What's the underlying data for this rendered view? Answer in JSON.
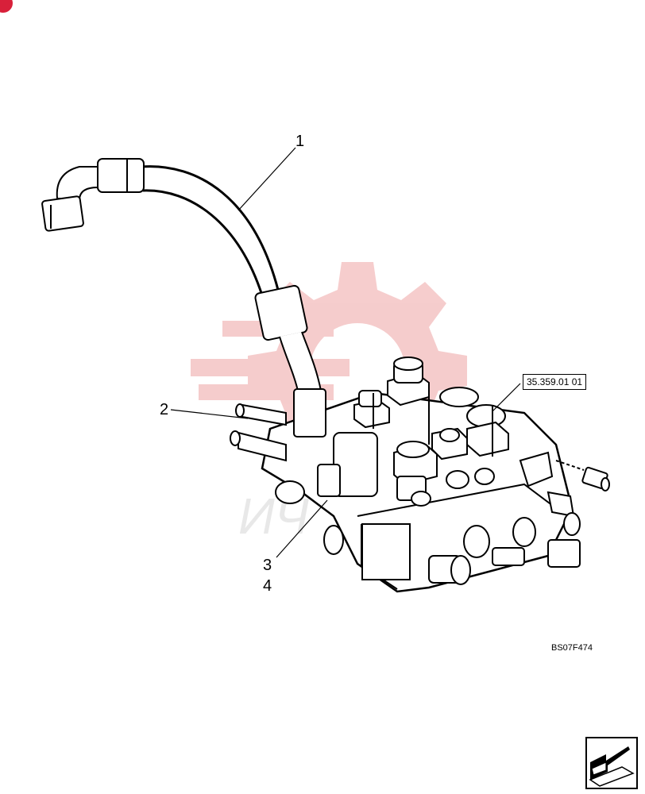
{
  "callouts": {
    "c1": "1",
    "c2": "2",
    "c3": "3",
    "c4": "4"
  },
  "reference": "35.359.01 01",
  "figure_code": "BS07F474",
  "icons": {
    "watermark": "gear-watermark-icon",
    "next_page": "next-page-arrow-icon"
  },
  "colors": {
    "line": "#000000",
    "watermark": "#f2b8b8",
    "badge": "#d8203a"
  }
}
